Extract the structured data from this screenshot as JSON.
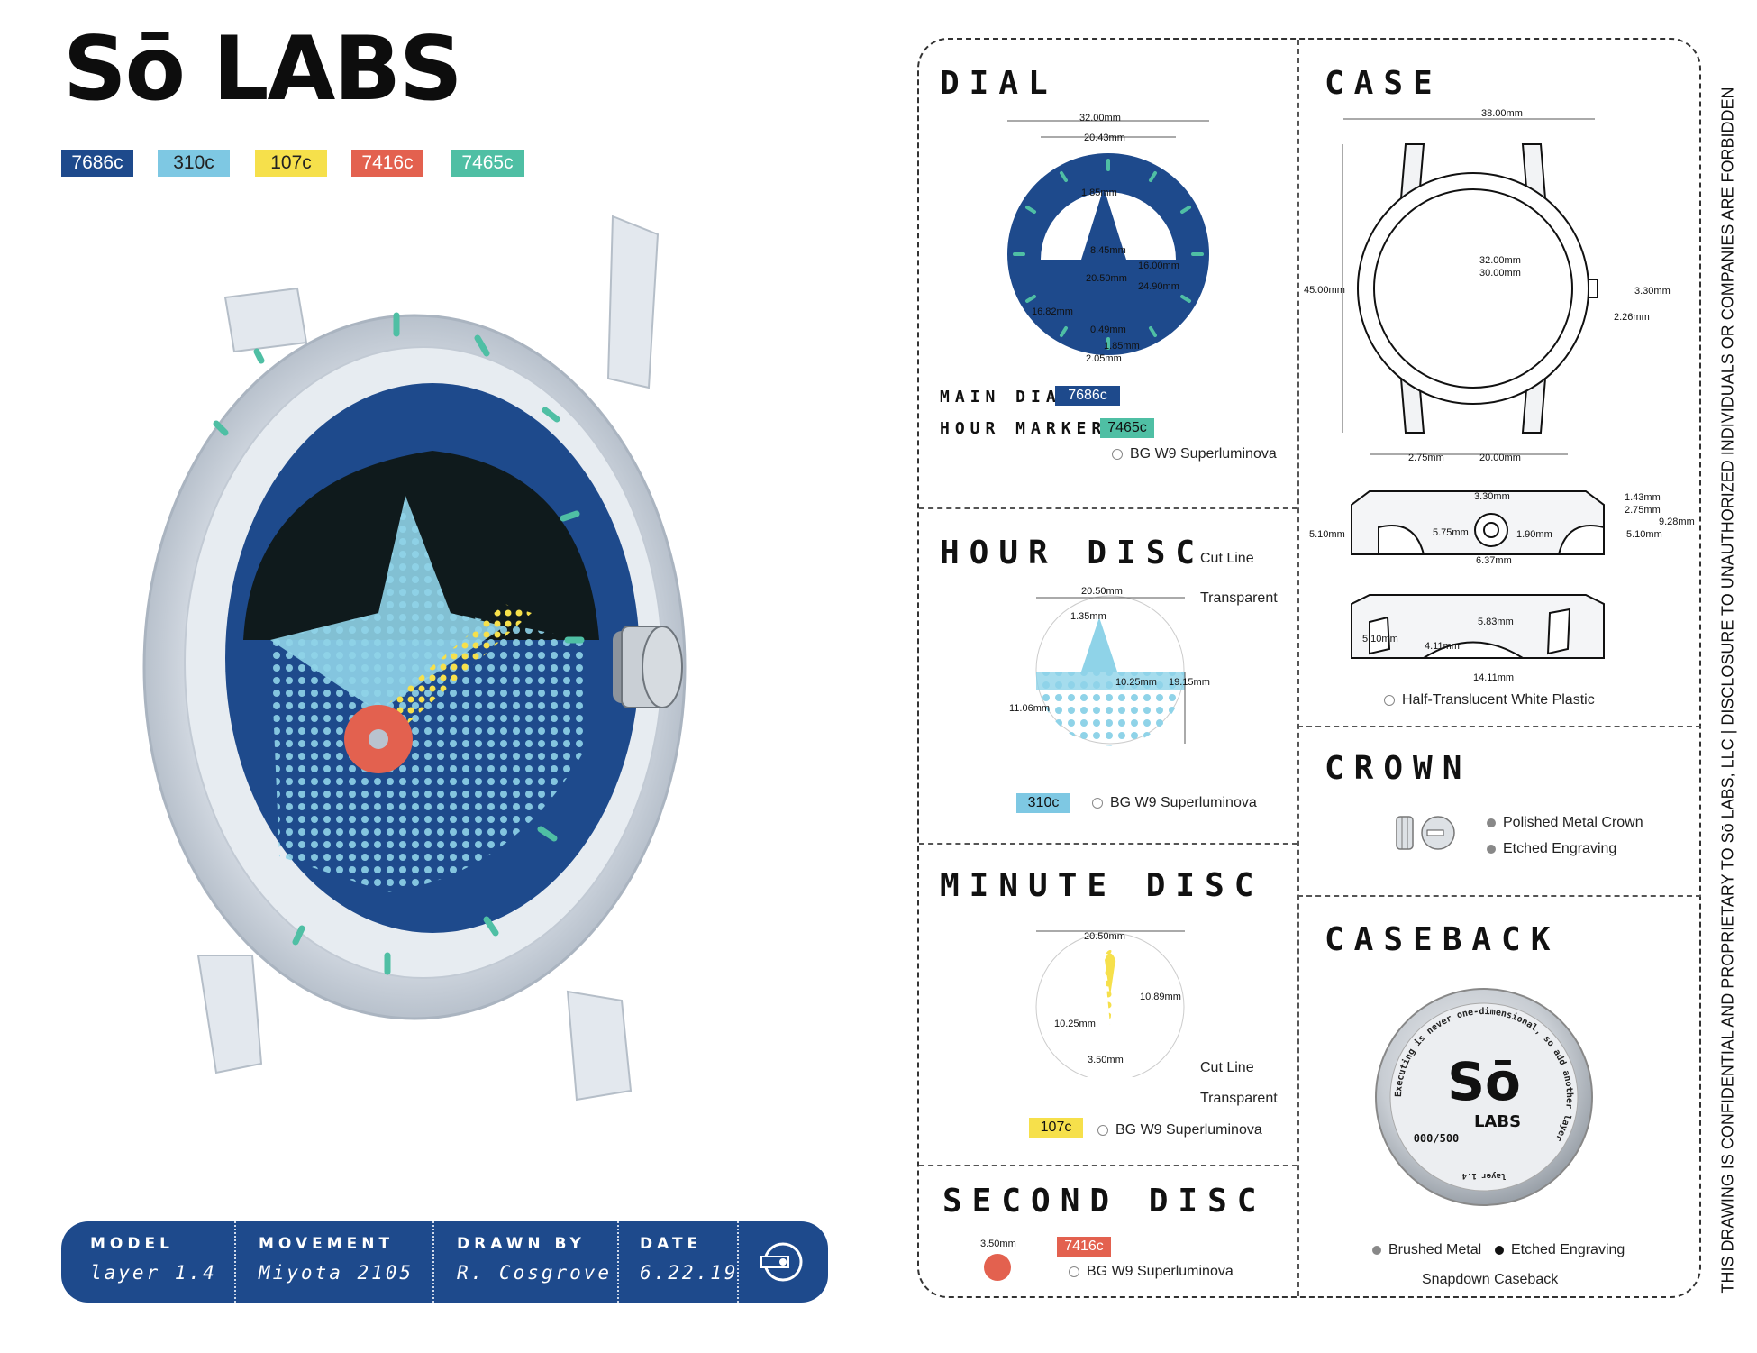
{
  "brand": {
    "logo": "Sō LABS"
  },
  "swatches": [
    {
      "label": "7686c",
      "color": "#1e4a8c"
    },
    {
      "label": "310c",
      "color": "#7ec8e3"
    },
    {
      "label": "107c",
      "color": "#f6e04b"
    },
    {
      "label": "7416c",
      "color": "#e3614f"
    },
    {
      "label": "7465c",
      "color": "#4fbfa4"
    }
  ],
  "info": {
    "model_label": "MODEL",
    "model_value": "layer 1.4",
    "movement_label": "MOVEMENT",
    "movement_value": "Miyota 2105",
    "drawn_label": "DRAWN BY",
    "drawn_value": "R. Cosgrove",
    "date_label": "DATE",
    "date_value": "6.22.19"
  },
  "dial": {
    "title": "DIAL",
    "dims": [
      "32.00mm",
      "20.43mm",
      "1.85mm",
      "8.45mm",
      "16.00mm",
      "20.50mm",
      "24.90mm",
      "16.82mm",
      "0.49mm",
      "1.85mm",
      "2.05mm"
    ],
    "main_dial_label": "MAIN DIAL",
    "main_dial_chip": "7686c",
    "hour_markers_label": "HOUR MARKERS",
    "hour_markers_chip": "7465c",
    "lume": "BG W9 Superluminova"
  },
  "case": {
    "title": "CASE",
    "dims": [
      "38.00mm",
      "45.00mm",
      "32.00mm",
      "30.00mm",
      "3.30mm",
      "2.26mm",
      "2.75mm",
      "20.00mm",
      "3.30mm",
      "1.43mm",
      "2.75mm",
      "9.28mm",
      "5.10mm",
      "5.75mm",
      "1.90mm",
      "5.10mm",
      "6.37mm",
      "5.83mm",
      "5.10mm",
      "4.11mm",
      "14.11mm"
    ],
    "material": "Half-Translucent White Plastic"
  },
  "hour_disc": {
    "title": "HOUR DISC",
    "cut_line": "Cut Line",
    "transparent": "Transparent",
    "dims": [
      "20.50mm",
      "1.35mm",
      "10.25mm",
      "19.15mm",
      "11.06mm"
    ],
    "chip": "310c",
    "lume": "BG W9 Superluminova"
  },
  "crown": {
    "title": "CROWN",
    "item1": "Polished Metal Crown",
    "item2": "Etched Engraving"
  },
  "minute_disc": {
    "title": "MINUTE DISC",
    "dims": [
      "20.50mm",
      "10.89mm",
      "10.25mm",
      "3.50mm"
    ],
    "cut_line": "Cut Line",
    "transparent": "Transparent",
    "chip": "107c",
    "lume": "BG W9 Superluminova"
  },
  "caseback": {
    "title": "CASEBACK",
    "ring_text": "Executing is never one-dimensional, so add another layer",
    "edition": "000/500",
    "layer": "layer 1.4",
    "item1": "Brushed Metal",
    "item2": "Etched Engraving",
    "caption": "Snapdown Caseback"
  },
  "second_disc": {
    "title": "SECOND DISC",
    "dim": "3.50mm",
    "chip": "7416c",
    "lume": "BG W9 Superluminova"
  },
  "confidential": "THIS DRAWING IS CONFIDENTIAL AND PROPRIETARY TO Sō LABS, LLC  |  DISCLOSURE TO UNAUTHORIZED INDIVIDUALS OR COMPANIES ARE FORBIDDEN"
}
